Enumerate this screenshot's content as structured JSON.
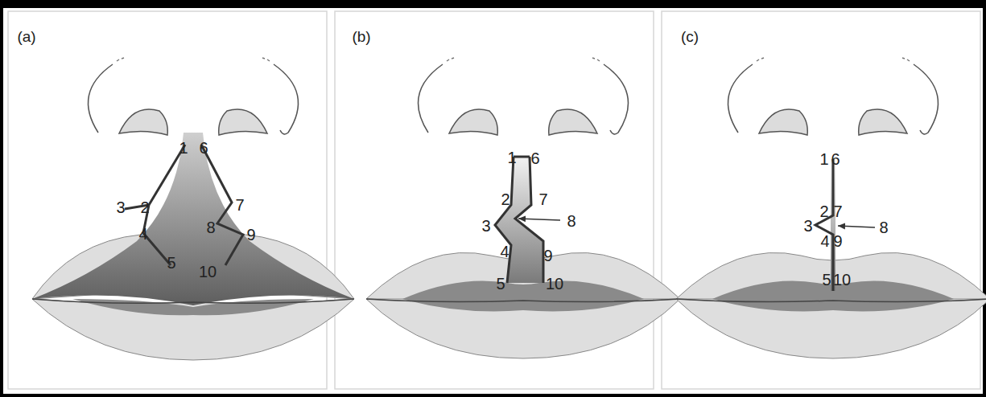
{
  "diagram": {
    "labels": [
      "(a)",
      "1",
      "6",
      "3",
      "2",
      "4",
      "5",
      "7",
      "8",
      "9",
      "10",
      "(b)",
      "1",
      "6",
      "2",
      "7",
      "3",
      "8",
      "4",
      "9",
      "5",
      "10",
      "(c)",
      "1",
      "6",
      "2",
      "7",
      "3",
      "8",
      "4",
      "9",
      "5",
      "10"
    ]
  }
}
